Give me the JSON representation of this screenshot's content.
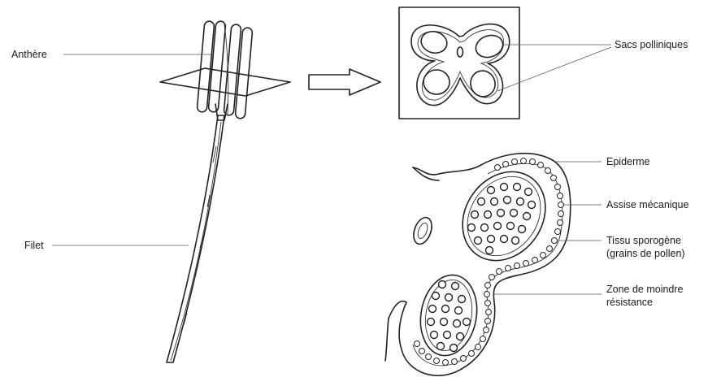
{
  "labels": {
    "anthere": "Anthère",
    "filet": "Filet",
    "sacs_polliniques": "Sacs polliniques",
    "epiderme": "Epiderme",
    "assise_mecanique": "Assise mécanique",
    "tissu_sporogene_line1": "Tissu sporogène",
    "tissu_sporogene_line2": "(grains de pollen)",
    "zone_line1": "Zone de moindre",
    "zone_line2": "résistance"
  },
  "colors": {
    "ink": "#222222",
    "background": "#ffffff"
  }
}
